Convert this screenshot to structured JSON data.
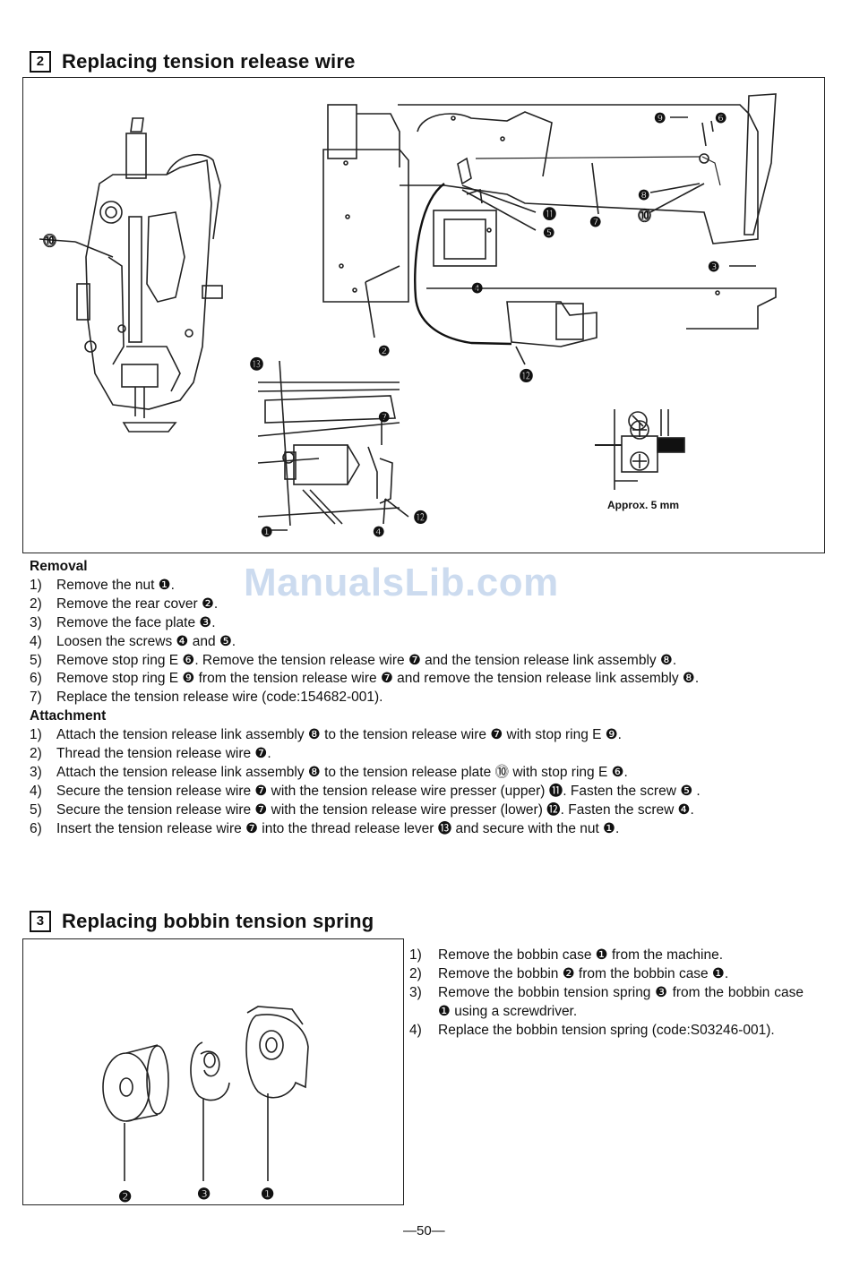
{
  "section2": {
    "number": "2",
    "title": "Replacing tension release wire",
    "figure": {
      "callouts": [
        "⓾",
        "❺",
        "❼",
        "⓫",
        "❽",
        "⓾",
        "❾",
        "❻",
        "❸",
        "❹",
        "❷",
        "⓬",
        "⓭",
        "❼",
        "❶",
        "❹",
        "⓬"
      ],
      "caption": "Approx. 5 mm"
    },
    "removal_heading": "Removal",
    "removal_steps": [
      {
        "n": "1)",
        "text": "Remove the nut ❶."
      },
      {
        "n": "2)",
        "text": "Remove the rear cover ❷."
      },
      {
        "n": "3)",
        "text": "Remove the face plate ❸."
      },
      {
        "n": "4)",
        "text": "Loosen the screws ❹ and ❺."
      },
      {
        "n": "5)",
        "text": "Remove stop ring E ❻.  Remove the tension release wire ❼ and the tension release link assembly ❽."
      },
      {
        "n": "6)",
        "text": "Remove stop ring E ❾ from the tension release wire ❼ and remove the tension release link assembly ❽."
      },
      {
        "n": "7)",
        "text": "Replace the  tension  release wire (code:154682-001)."
      }
    ],
    "attachment_heading": "Attachment",
    "attachment_steps": [
      {
        "n": "1)",
        "text": "Attach the tension release link assembly  ❽  to the tension release wire ❼  with stop ring E ❾."
      },
      {
        "n": "2)",
        "text": "Thread the tension release wire  ❼."
      },
      {
        "n": "3)",
        "text": "Attach the  tension release link assembly ❽  to the tension release plate  ⓾   with stop ring E  ❻."
      },
      {
        "n": "4)",
        "text": "Secure the tension  release wire ❼ with the tension release wire presser (upper) ⓫.  Fasten the screw ❺ ."
      },
      {
        "n": "5)",
        "text": "Secure the tension  release wire ❼ with the tension release wire presser (lower) ⓬.  Fasten the screw  ❹."
      },
      {
        "n": "6)",
        "text": "Insert the tension  release wire ❼ into the thread release lever ⓭ and secure with the nut ❶."
      }
    ]
  },
  "watermark": "ManualsLib.com",
  "section3": {
    "number": "3",
    "title": "Replacing bobbin tension spring",
    "figure": {
      "callouts": [
        "❷",
        "❸",
        "❶"
      ]
    },
    "steps": [
      {
        "n": "1)",
        "text": "Remove the bobbin case ❶ from the machine."
      },
      {
        "n": "2)",
        "text": "Remove the bobbin ❷ from the bobbin case ❶."
      },
      {
        "n": "3)",
        "text": "Remove  the  bobbin  tension  spring ❸ from  the bobbin case ❶ using a screwdriver."
      },
      {
        "n": "4)",
        "text": "Replace  the  bobbin  tension  spring  (code:S03246-001)."
      }
    ]
  },
  "page_number": "—50—"
}
